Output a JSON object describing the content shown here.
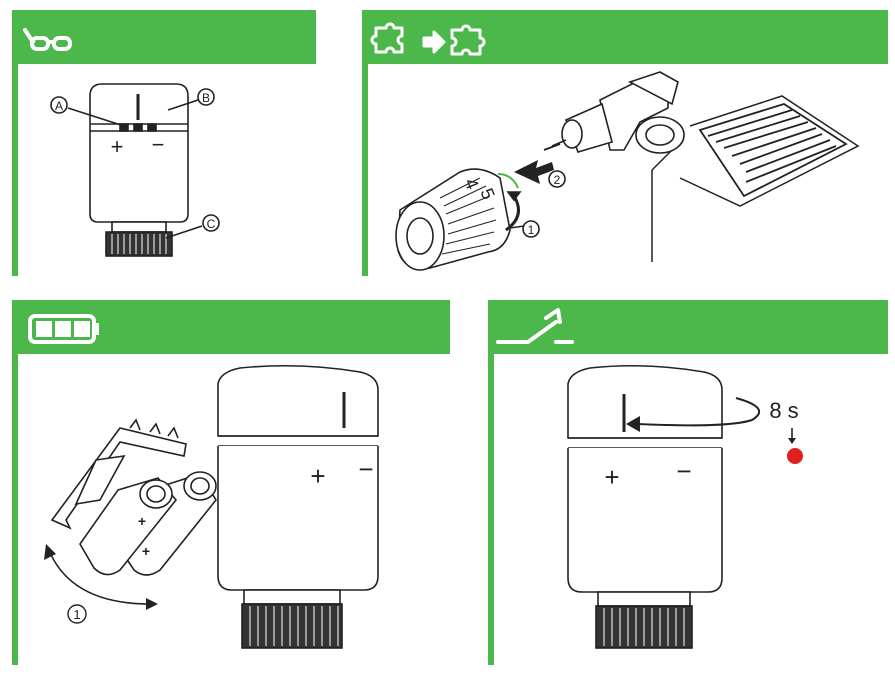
{
  "colors": {
    "accent": "#4cb84c",
    "line": "#222222",
    "led": "#e0201f",
    "window_red": "#d7262b"
  },
  "panels": {
    "overview": {
      "header_icon": "glasses-icon",
      "callouts": [
        "A",
        "B",
        "C"
      ],
      "scale": {
        "plus": "+",
        "minus": "−"
      }
    },
    "installation": {
      "header_icon": "puzzle-connect-icon",
      "dial_numbers": [
        "4",
        "5"
      ],
      "steps": [
        "1",
        "2"
      ]
    },
    "battery": {
      "header_icon": "battery-full-icon",
      "scale": {
        "plus": "+",
        "minus": "−"
      },
      "step": "1",
      "polarity": [
        "+",
        "+"
      ]
    },
    "reset": {
      "header_icon": "switch-icon",
      "scale": {
        "plus": "+",
        "minus": "−"
      },
      "hold_time": "8 s"
    }
  }
}
